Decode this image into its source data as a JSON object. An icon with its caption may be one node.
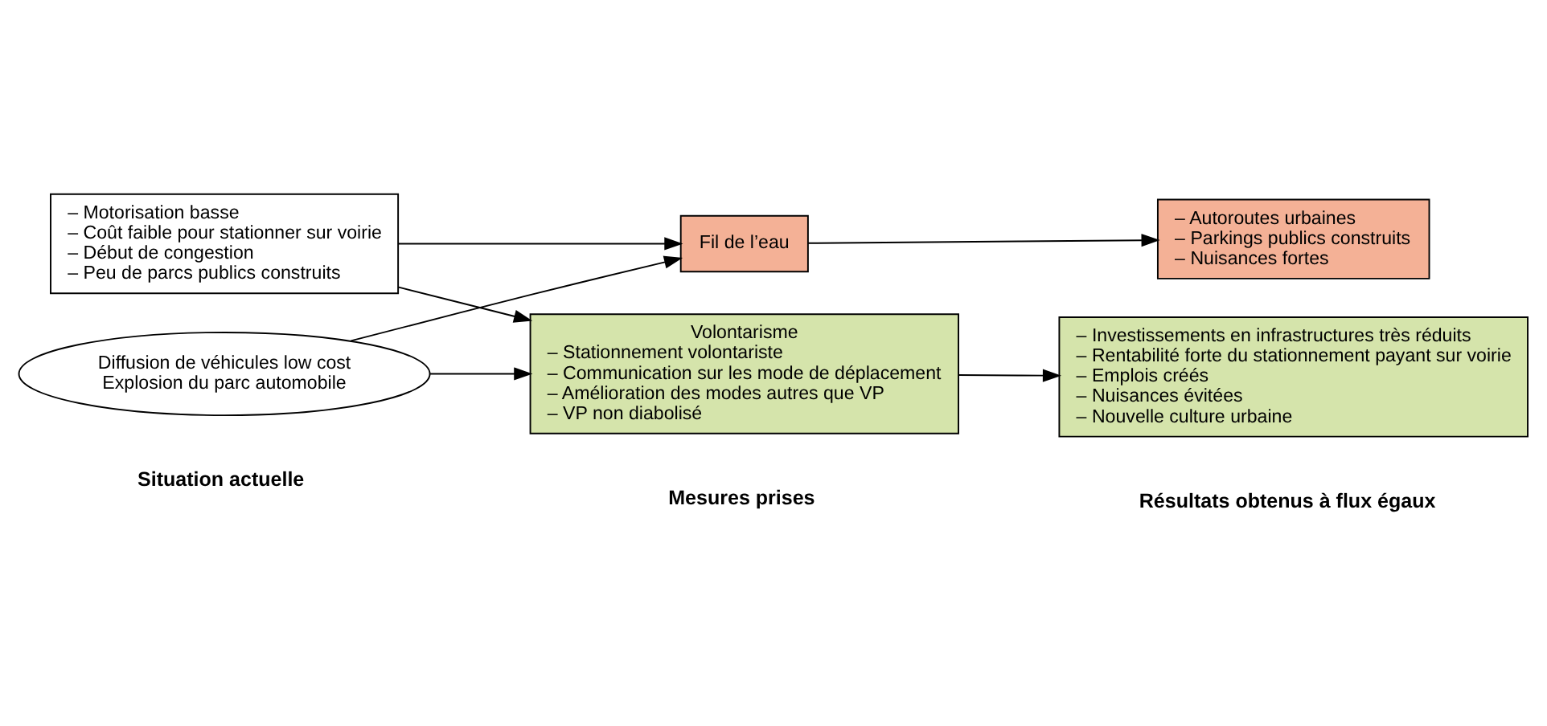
{
  "diagram": {
    "nodes": [
      {
        "text": [
          "– Motorisation basse",
          "– Coût faible pour stationner sur voirie",
          "– Début de congestion",
          "– Peu de parcs publics construits"
        ]
      },
      {
        "text": [
          "Diffusion de véhicules low cost",
          "Explosion du parc automobile"
        ]
      },
      {
        "text": [
          "Fil de l’eau"
        ]
      },
      {
        "text": [
          "Volontarisme",
          "– Stationnement volontariste",
          "– Communication sur les mode de déplacement",
          "– Amélioration des modes autres que VP",
          "– VP non diabolisé"
        ]
      },
      {
        "text": [
          "– Autoroutes urbaines",
          "– Parkings publics construits",
          "– Nuisances fortes"
        ]
      },
      {
        "text": [
          "– Investissements en infrastructures très réduits",
          "– Rentabilité forte du stationnement payant sur voirie",
          "– Emplois créés",
          "– Nuisances évitées",
          "– Nouvelle culture urbaine"
        ]
      }
    ],
    "edges": [
      {
        "from": 0,
        "to": 2,
        "arrow": "to"
      },
      {
        "from": 0,
        "to": 3,
        "arrow": "to"
      },
      {
        "from": 1,
        "to": 2,
        "arrow": "to"
      },
      {
        "from": 1,
        "to": 3,
        "arrow": "to"
      },
      {
        "from": 2,
        "to": 4,
        "arrow": "to"
      },
      {
        "from": 3,
        "to": 5,
        "arrow": "to"
      }
    ],
    "labels": [
      "Situation actuelle",
      "Mesures prises",
      "Résultats obtenus à flux égaux"
    ]
  }
}
